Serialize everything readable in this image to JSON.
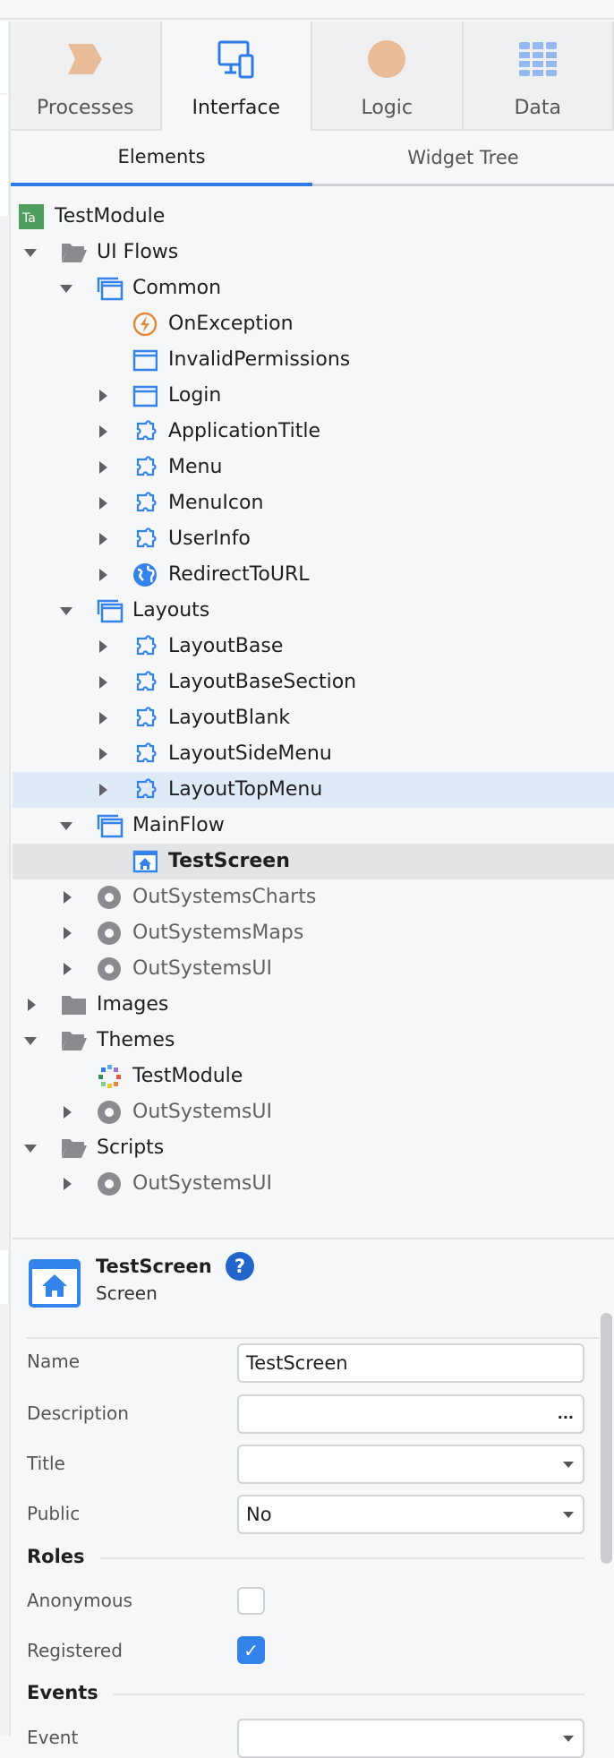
{
  "main_tabs": [
    {
      "label": "Processes",
      "icon": "processes-chevron-icon",
      "active": false
    },
    {
      "label": "Interface",
      "icon": "interface-devices-icon",
      "active": true
    },
    {
      "label": "Logic",
      "icon": "logic-circle-icon",
      "active": false
    },
    {
      "label": "Data",
      "icon": "data-grid-icon",
      "active": false
    }
  ],
  "sub_tabs": [
    {
      "label": "Elements",
      "active": true
    },
    {
      "label": "Widget Tree",
      "active": false
    }
  ],
  "tree": [
    {
      "label": "TestModule",
      "level": 0,
      "arrow": "none",
      "icon": "module"
    },
    {
      "label": "UI Flows",
      "level": 1,
      "arrow": "down",
      "icon": "folder-open"
    },
    {
      "label": "Common",
      "level": 2,
      "arrow": "down",
      "icon": "flow"
    },
    {
      "label": "OnException",
      "level": 3,
      "arrow": "none",
      "icon": "exception"
    },
    {
      "label": "InvalidPermissions",
      "level": 3,
      "arrow": "none",
      "icon": "screen"
    },
    {
      "label": "Login",
      "level": 3,
      "arrow": "right",
      "icon": "screen"
    },
    {
      "label": "ApplicationTitle",
      "level": 3,
      "arrow": "right",
      "icon": "block"
    },
    {
      "label": "Menu",
      "level": 3,
      "arrow": "right",
      "icon": "block"
    },
    {
      "label": "MenuIcon",
      "level": 3,
      "arrow": "right",
      "icon": "block"
    },
    {
      "label": "UserInfo",
      "level": 3,
      "arrow": "right",
      "icon": "block"
    },
    {
      "label": "RedirectToURL",
      "level": 3,
      "arrow": "right",
      "icon": "globe"
    },
    {
      "label": "Layouts",
      "level": 2,
      "arrow": "down",
      "icon": "flow"
    },
    {
      "label": "LayoutBase",
      "level": 3,
      "arrow": "right",
      "icon": "block"
    },
    {
      "label": "LayoutBaseSection",
      "level": 3,
      "arrow": "right",
      "icon": "block"
    },
    {
      "label": "LayoutBlank",
      "level": 3,
      "arrow": "right",
      "icon": "block"
    },
    {
      "label": "LayoutSideMenu",
      "level": 3,
      "arrow": "right",
      "icon": "block"
    },
    {
      "label": "LayoutTopMenu",
      "level": 3,
      "arrow": "right",
      "icon": "block",
      "state": "hover"
    },
    {
      "label": "MainFlow",
      "level": 2,
      "arrow": "down",
      "icon": "flow"
    },
    {
      "label": "TestScreen",
      "level": 3,
      "arrow": "none",
      "icon": "home-screen",
      "state": "selected"
    },
    {
      "label": "OutSystemsCharts",
      "level": 2,
      "arrow": "right",
      "icon": "reference",
      "muted": true
    },
    {
      "label": "OutSystemsMaps",
      "level": 2,
      "arrow": "right",
      "icon": "reference",
      "muted": true
    },
    {
      "label": "OutSystemsUI",
      "level": 2,
      "arrow": "right",
      "icon": "reference",
      "muted": true
    },
    {
      "label": "Images",
      "level": 1,
      "arrow": "right",
      "icon": "folder"
    },
    {
      "label": "Themes",
      "level": 1,
      "arrow": "down",
      "icon": "folder-open"
    },
    {
      "label": "TestModule",
      "level": 2,
      "arrow": "none",
      "icon": "theme"
    },
    {
      "label": "OutSystemsUI",
      "level": 2,
      "arrow": "right",
      "icon": "reference",
      "muted": true
    },
    {
      "label": "Scripts",
      "level": 1,
      "arrow": "down",
      "icon": "folder-open"
    },
    {
      "label": "OutSystemsUI",
      "level": 2,
      "arrow": "right",
      "icon": "reference",
      "muted": true
    }
  ],
  "properties": {
    "title": "TestScreen",
    "type": "Screen",
    "help": "?",
    "name_label": "Name",
    "name_value": "TestScreen",
    "description_label": "Description",
    "description_value": "",
    "description_more": "...",
    "title_label": "Title",
    "title_value": "",
    "public_label": "Public",
    "public_value": "No",
    "roles_heading": "Roles",
    "anonymous_label": "Anonymous",
    "anonymous_checked": false,
    "registered_label": "Registered",
    "registered_checked": true,
    "check_mark": "✓",
    "events_heading": "Events",
    "event_label": "Event",
    "event_value": ""
  },
  "colors": {
    "accent": "#2d7be5",
    "hover": "#dfeaf8",
    "selected": "#e3e4e6",
    "module": "#4f9d5f",
    "processes": "#e8bc96"
  }
}
